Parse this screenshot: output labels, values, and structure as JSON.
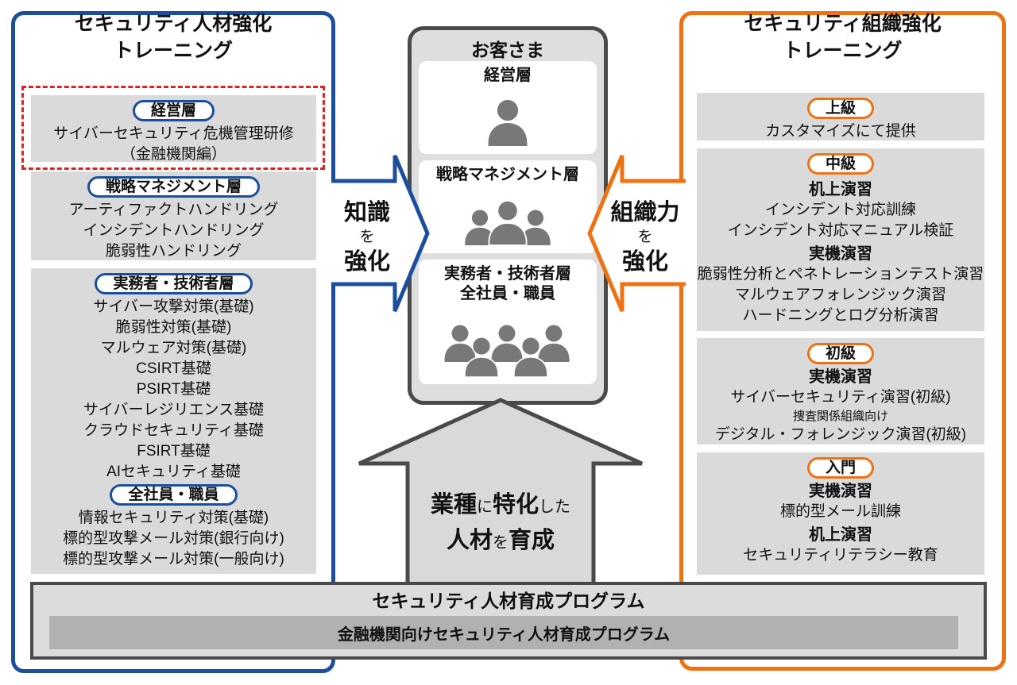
{
  "colors": {
    "blue_border": "#1B4F9E",
    "orange_border": "#EE7211",
    "red_dashed": "#DD2222",
    "box_gray": "#DADADA",
    "dark_border": "#4A4A4A",
    "inner_bar_gray": "#B1B1B1",
    "person_gray": "#787878"
  },
  "left_panel": {
    "title1": "セキュリティ人材強化",
    "title2": "トレーニング",
    "exec": {
      "pill": "経営層",
      "line1": "サイバーセキュリティ危機管理研修",
      "line2": "（金融機関編）"
    },
    "strategy": {
      "pill": "戦略マネジメント層",
      "items": [
        "アーティファクトハンドリング",
        "インシデントハンドリング",
        "脆弱性ハンドリング"
      ]
    },
    "practitioner": {
      "pill": "実務者・技術者層",
      "items": [
        "サイバー攻撃対策(基礎)",
        "脆弱性対策(基礎)",
        "マルウェア対策(基礎)",
        "CSIRT基礎",
        "PSIRT基礎",
        "サイバーレジリエンス基礎",
        "クラウドセキュリティ基礎",
        "FSIRT基礎",
        "AIセキュリティ基礎"
      ]
    },
    "all_staff": {
      "pill": "全社員・職員",
      "items": [
        "情報セキュリティ対策(基礎)",
        "標的型攻撃メール対策(銀行向け)",
        "標的型攻撃メール対策(一般向け)"
      ]
    }
  },
  "center": {
    "header": "お客さま",
    "card1": "経営層",
    "card2": "戦略マネジメント層",
    "card3_line1": "実務者・技術者層",
    "card3_line2": "全社員・職員"
  },
  "arrow_left": {
    "l1": "知識",
    "l2": "を",
    "l3": "強化"
  },
  "arrow_right": {
    "l1": "組織力",
    "l2": "を",
    "l3": "強化"
  },
  "arrow_up": {
    "s1": "業種",
    "s2": "に",
    "s3": "特化",
    "s4": "した",
    "s5": "人材",
    "s6": "を",
    "s7": "育成"
  },
  "right_panel": {
    "title1": "セキュリティ組織強化",
    "title2": "トレーニング",
    "advanced": {
      "pill": "上級",
      "line1": "カスタマイズにて提供"
    },
    "intermediate": {
      "pill": "中級",
      "sub1": "机上演習",
      "items1": [
        "インシデント対応訓練",
        "インシデント対応マニュアル検証"
      ],
      "sub2": "実機演習",
      "items2": [
        "脆弱性分析とペネトレーションテスト演習",
        "マルウェアフォレンジック演習",
        "ハードニングとログ分析演習"
      ]
    },
    "beginner": {
      "pill": "初級",
      "sub1": "実機演習",
      "item1": "サイバーセキュリティ演習(初級)",
      "item2": "捜査関係組織向け",
      "item3": "デジタル・フォレンジック演習(初級)"
    },
    "intro": {
      "pill": "入門",
      "sub1": "実機演習",
      "item1": "標的型メール訓練",
      "sub2": "机上演習",
      "item2": "セキュリティリテラシー教育"
    }
  },
  "bottom": {
    "title": "セキュリティ人材育成プログラム",
    "sub": "金融機関向けセキュリティ人材育成プログラム"
  }
}
